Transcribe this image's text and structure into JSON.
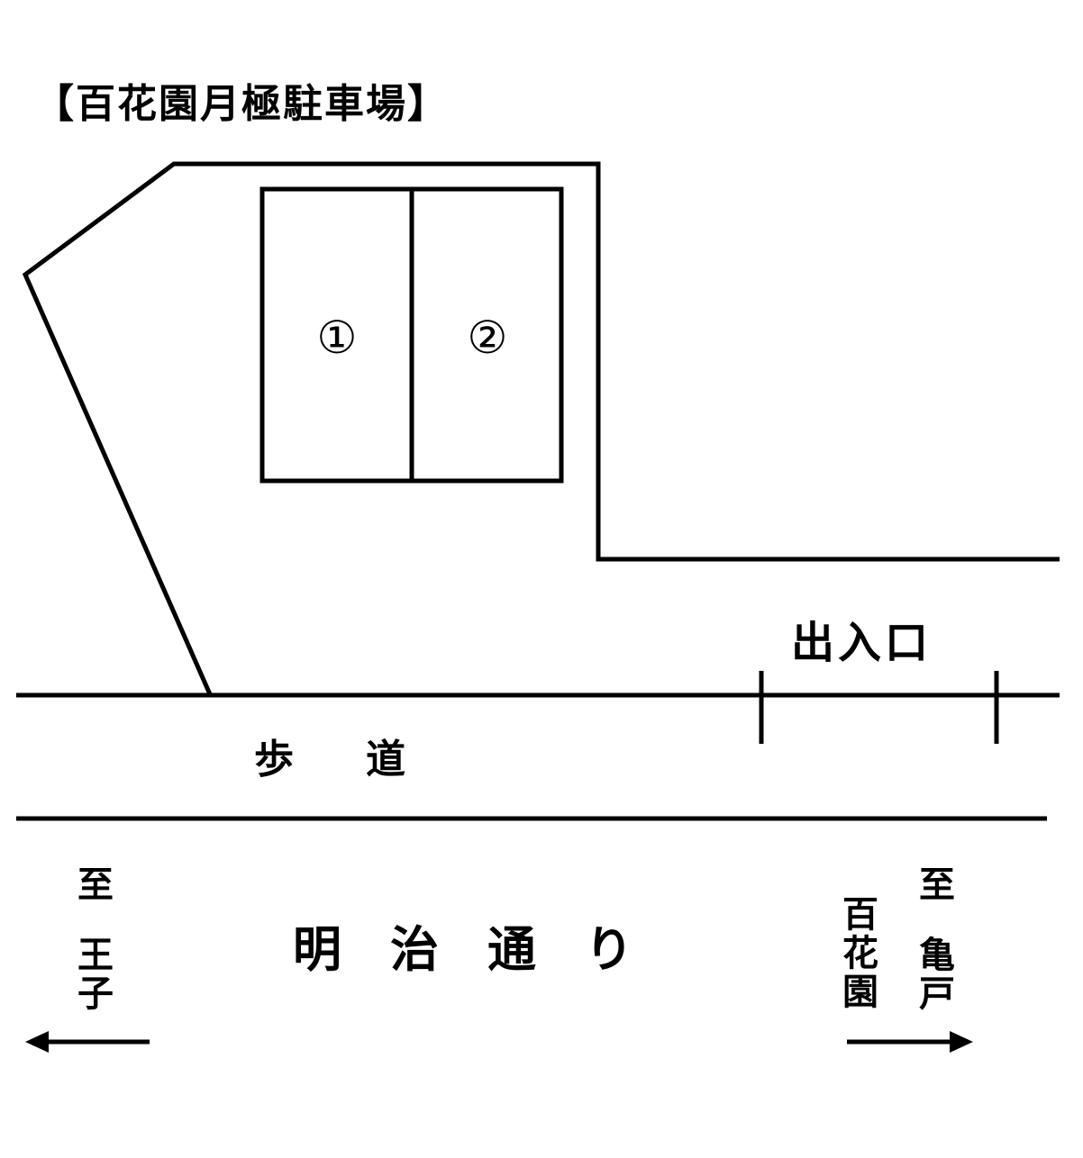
{
  "map": {
    "title": "【百花園月極駐車場】",
    "parking_spaces": [
      {
        "number": "①"
      },
      {
        "number": "②"
      }
    ],
    "entrance_label": "出入口",
    "sidewalk_label": {
      "chars": [
        "歩",
        "道"
      ]
    },
    "street_label": {
      "chars": [
        "明",
        "治",
        "通",
        "り"
      ]
    },
    "left_direction": {
      "prefix": "至",
      "destination_chars": [
        "王",
        "子"
      ],
      "arrow": "left-arrow"
    },
    "right_direction": {
      "prefix": "至",
      "destination_chars": [
        "亀",
        "戸"
      ],
      "via_chars": [
        "百",
        "花",
        "園"
      ],
      "arrow": "right-arrow"
    },
    "colors": {
      "line": "#000000",
      "background": "#ffffff"
    }
  }
}
